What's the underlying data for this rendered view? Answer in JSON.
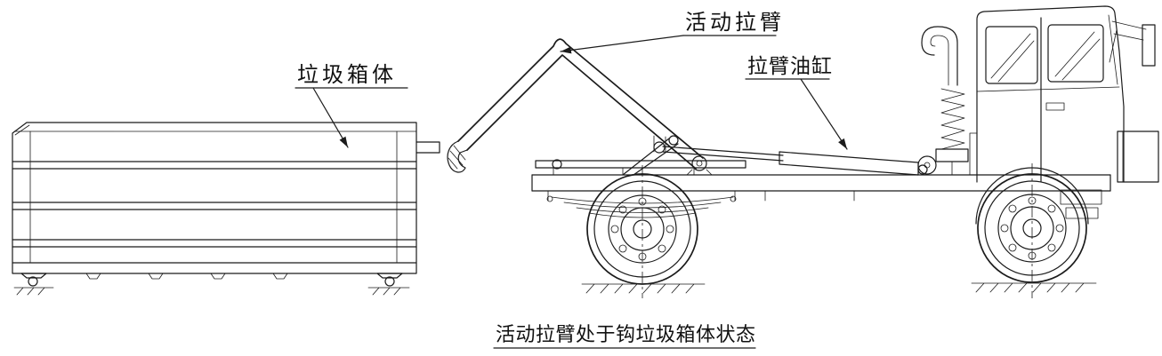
{
  "drawing": {
    "background": "#ffffff",
    "line_color": "#1b1b1b",
    "annotations": {
      "container_label": "垃圾箱体",
      "arm_label": "活动拉臂",
      "cylinder_label": "拉臂油缸"
    },
    "caption": "活动拉臂处于钩垃圾箱体状态",
    "subjects": {
      "left_view": "garbage-container-side-view",
      "right_view": "hooklift-truck-side-view"
    }
  }
}
